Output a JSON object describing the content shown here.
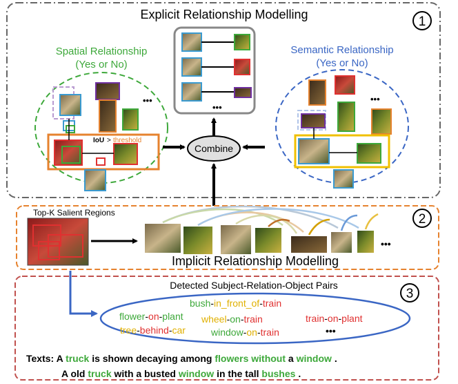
{
  "section1": {
    "title": "Explicit Relationship Modelling",
    "badge": "1",
    "spatial": {
      "label": "Spatial Relationship",
      "sub": "(Yes or No)",
      "iou_label": "IoU",
      "iou_op": ">",
      "iou_threshold": "threshold",
      "more": "•••"
    },
    "semantic": {
      "label": "Semantic Relationship",
      "sub": "(Yes or No)",
      "more": "•••"
    },
    "combine_label": "Combine",
    "center_more": "•••"
  },
  "section2": {
    "title": "Implicit Relationship Modelling",
    "badge": "2",
    "topk_label": "Top-K Salient Regions",
    "more": "•••"
  },
  "section3": {
    "badge": "3",
    "pairs_title": "Detected Subject-Relation-Object Pairs",
    "pairs": [
      {
        "subject": "bush",
        "relation": "in_front_of",
        "object": "train"
      },
      {
        "subject": "flower",
        "relation": "on",
        "object": "plant"
      },
      {
        "subject": "wheel",
        "relation": "on",
        "object": "train"
      },
      {
        "subject": "train",
        "relation": "on",
        "object": "plant"
      },
      {
        "subject": "tree",
        "relation": "behind",
        "object": "car"
      },
      {
        "subject": "window",
        "relation": "on",
        "object": "train"
      }
    ],
    "more": "•••",
    "texts_prefix": "Texts:",
    "text1": [
      {
        "w": "A",
        "hl": false
      },
      {
        "w": "truck",
        "hl": true
      },
      {
        "w": "is shown decaying among",
        "hl": false
      },
      {
        "w": "flowers",
        "hl": true
      },
      {
        "w": "without",
        "hl": true
      },
      {
        "w": "a",
        "hl": false
      },
      {
        "w": "window",
        "hl": true
      },
      {
        "w": ".",
        "hl": false
      }
    ],
    "text2": [
      {
        "w": "A old",
        "hl": false
      },
      {
        "w": "truck",
        "hl": true
      },
      {
        "w": "with a busted",
        "hl": false
      },
      {
        "w": "window",
        "hl": true
      },
      {
        "w": "in the tall",
        "hl": false
      },
      {
        "w": "bushes",
        "hl": true
      },
      {
        "w": ".",
        "hl": false
      }
    ]
  },
  "colors": {
    "green": "#3da83a",
    "blue": "#3a66c4",
    "orange": "#e6822e",
    "red": "#e03030",
    "yellow": "#e0b000",
    "gray": "#666666",
    "dark_red": "#c0504d"
  }
}
